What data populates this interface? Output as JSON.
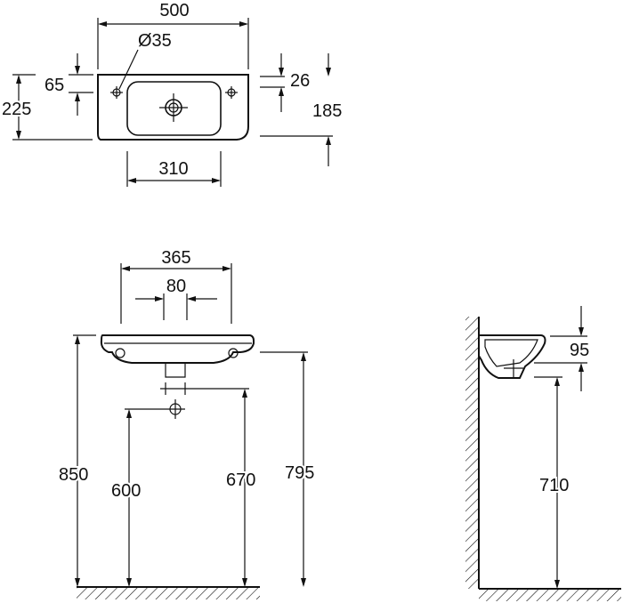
{
  "top_view": {
    "width_total": "500",
    "hole_diameter": "Ø35",
    "offset_65": "65",
    "depth_total": "225",
    "edge_26": "26",
    "depth_185": "185",
    "bowl_width": "310"
  },
  "front_view": {
    "width_365": "365",
    "width_80": "80",
    "height_850": "850",
    "height_600": "600",
    "height_670": "670",
    "height_795": "795"
  },
  "side_view": {
    "depth_95": "95",
    "height_710": "710"
  }
}
